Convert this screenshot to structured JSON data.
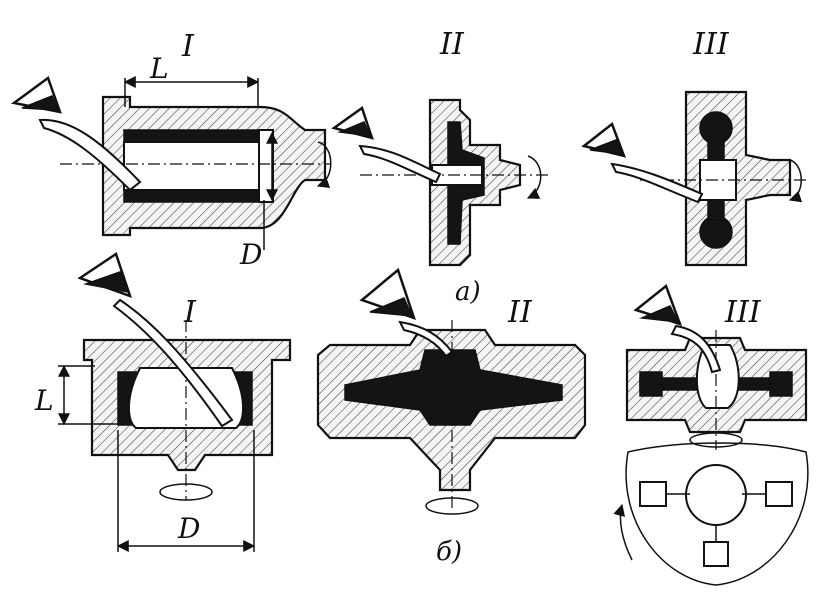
{
  "labels": {
    "a_row": {
      "I": "I",
      "II": "II",
      "III": "III",
      "sublabel": "a)"
    },
    "b_row": {
      "I": "I",
      "II": "II",
      "III": "III",
      "sublabel": "б)"
    },
    "dimensions": {
      "L_top": "L",
      "D_top": "D",
      "L_bottom": "L",
      "D_bottom": "D"
    }
  },
  "colors": {
    "ink": "#111111",
    "metal": "#141414",
    "background": "#ffffff"
  }
}
